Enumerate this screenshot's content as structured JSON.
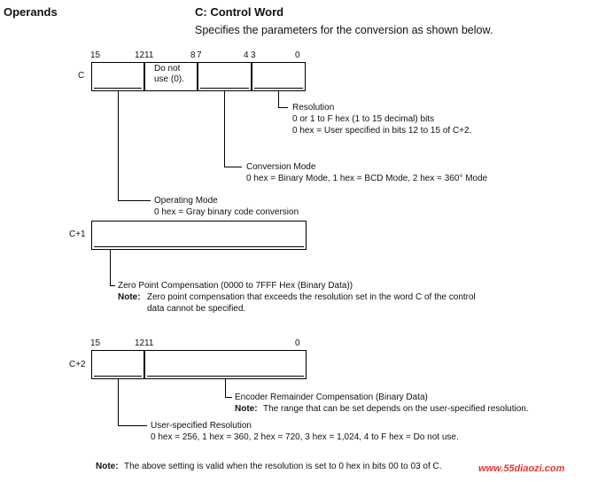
{
  "header": {
    "section": "Operands",
    "title": "C: Control Word",
    "intro": "Specifies the parameters for the conversion as shown below."
  },
  "word_c": {
    "label": "C",
    "bits": {
      "b15": "15",
      "b12": "12",
      "b11": "11",
      "b8": "8",
      "b7": "7",
      "b4": "4",
      "b3": "3",
      "b0": "0"
    },
    "reserved_line1": "Do not",
    "reserved_line2": "use (0).",
    "resolution": {
      "title": "Resolution",
      "line1": "0 or 1 to F hex (1 to 15 decimal) bits",
      "line2": "0 hex = User specified in bits 12 to 15 of C+2."
    },
    "conversion_mode": {
      "title": "Conversion Mode",
      "line1": "0 hex = Binary Mode, 1 hex = BCD Mode, 2 hex = 360° Mode"
    },
    "operating_mode": {
      "title": "Operating Mode",
      "line1": "0 hex = Gray binary code conversion"
    }
  },
  "word_c1": {
    "label": "C+1",
    "title": "Zero Point Compensation (0000 to 7FFF Hex (Binary Data))",
    "note_label": "Note:",
    "note_line1": "Zero point compensation that exceeds the resolution set in the word C of the control",
    "note_line2": "data cannot be specified."
  },
  "word_c2": {
    "label": "C+2",
    "bits": {
      "b15": "15",
      "b12": "12",
      "b11": "11",
      "b0": "0"
    },
    "encoder": {
      "title": "Encoder Remainder Compensation (Binary Data)",
      "note_label": "Note:",
      "note_text": "The range that can be set depends on the user-specified resolution."
    },
    "user_res": {
      "title": "User-specified Resolution",
      "line1": "0 hex = 256, 1 hex = 360, 2 hex = 720, 3 hex = 1,024, 4 to F hex = Do not use."
    }
  },
  "footer": {
    "note_label": "Note:",
    "note_text": "The above setting is valid when the resolution is set to 0 hex in bits 00 to 03 of C.",
    "watermark": "www.55diaozi.com"
  }
}
